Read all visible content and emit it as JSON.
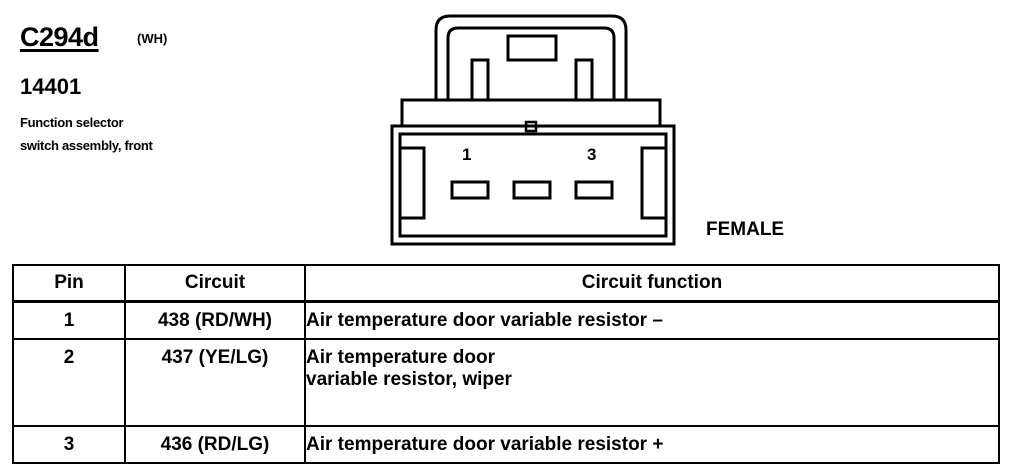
{
  "connector": {
    "id": "C294d",
    "color": "(WH)",
    "part_number": "14401",
    "description": [
      "Function selector",
      "switch assembly, front"
    ],
    "gender": "FEMALE",
    "pin_labels": [
      "1",
      "3"
    ]
  },
  "table": {
    "headers": [
      "Pin",
      "Circuit",
      "Circuit function"
    ],
    "rows": [
      {
        "pin": "1",
        "circuit": "438 (RD/WH)",
        "function": [
          "Air temperature door variable resistor –"
        ]
      },
      {
        "pin": "2",
        "circuit": "437 (YE/LG)",
        "function": [
          "Air temperature door",
          "variable resistor, wiper"
        ]
      },
      {
        "pin": "3",
        "circuit": "436 (RD/LG)",
        "function": [
          "Air temperature door variable resistor +"
        ]
      }
    ]
  }
}
